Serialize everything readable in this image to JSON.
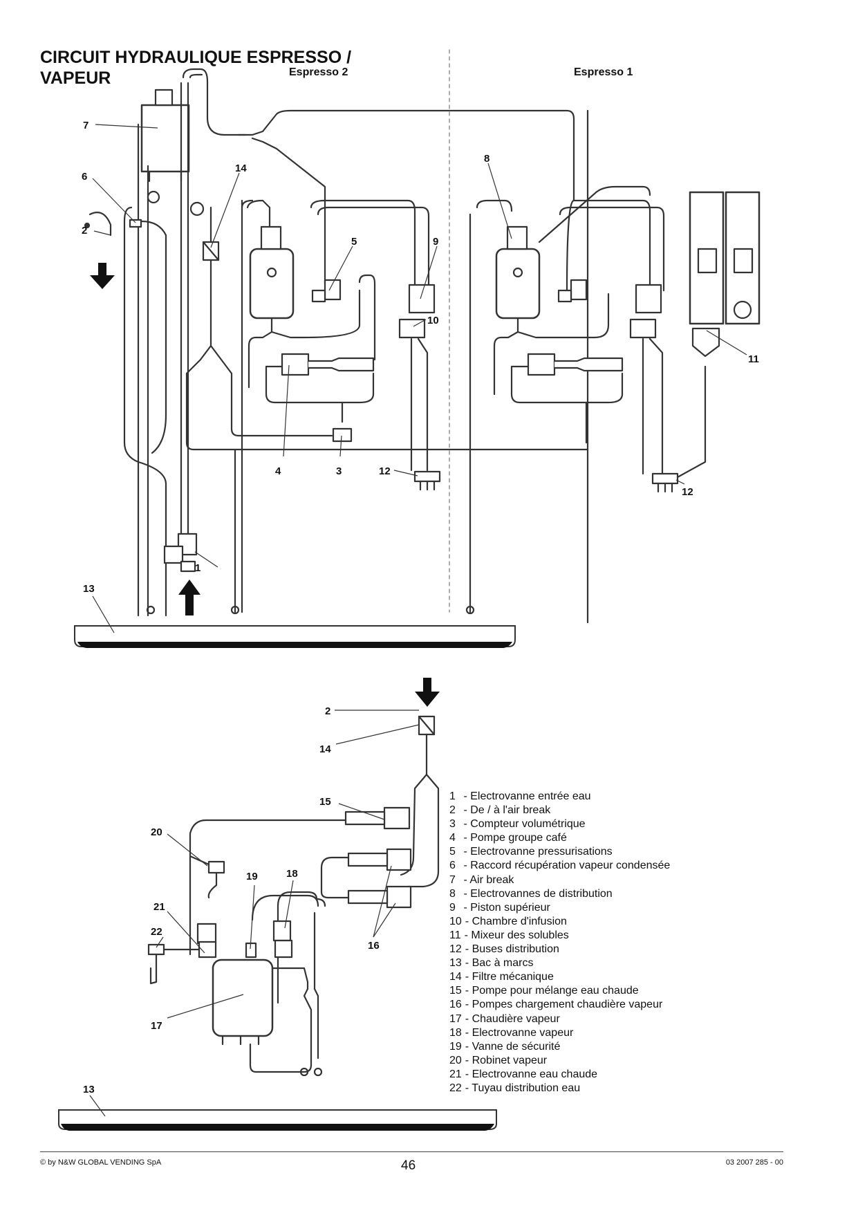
{
  "page": {
    "title_line1": "CIRCUIT HYDRAULIQUE ESPRESSO /",
    "title_line2": "VAPEUR",
    "label_espresso2": "Espresso 2",
    "label_espresso1": "Espresso 1"
  },
  "callouts": {
    "c1": "1",
    "c2": "2",
    "c3": "3",
    "c4": "4",
    "c5": "5",
    "c6": "6",
    "c7": "7",
    "c8": "8",
    "c9": "9",
    "c10": "10",
    "c11": "11",
    "c12a": "12",
    "c12b": "12",
    "c13a": "13",
    "c14a": "14",
    "c2b": "2",
    "c14b": "14",
    "c15": "15",
    "c16": "16",
    "c17": "17",
    "c18": "18",
    "c19": "19",
    "c20": "20",
    "c21": "21",
    "c22": "22",
    "c13b": "13"
  },
  "legend": [
    {
      "num": "1",
      "text": "- Electrovanne entrée eau"
    },
    {
      "num": "2",
      "text": "- De / à l'air break"
    },
    {
      "num": "3",
      "text": "- Compteur volumétrique"
    },
    {
      "num": "4",
      "text": "- Pompe groupe café"
    },
    {
      "num": "5",
      "text": "- Electrovanne pressurisations"
    },
    {
      "num": "6",
      "text": "- Raccord récupération vapeur condensée"
    },
    {
      "num": "7",
      "text": "- Air break"
    },
    {
      "num": "8",
      "text": "- Electrovannes de distribution"
    },
    {
      "num": "9",
      "text": "- Piston supérieur"
    },
    {
      "num": "10",
      "text": "- Chambre d'infusion"
    },
    {
      "num": "11",
      "text": "- Mixeur des solubles"
    },
    {
      "num": "12",
      "text": "- Buses distribution"
    },
    {
      "num": "13",
      "text": "- Bac à marcs"
    },
    {
      "num": "14",
      "text": "- Filtre mécanique"
    },
    {
      "num": "15",
      "text": "- Pompe pour mélange eau chaude"
    },
    {
      "num": "16",
      "text": "- Pompes chargement chaudière vapeur"
    },
    {
      "num": "17",
      "text": "- Chaudière vapeur"
    },
    {
      "num": "18",
      "text": "- Electrovanne vapeur"
    },
    {
      "num": "19",
      "text": "- Vanne de sécurité"
    },
    {
      "num": "20",
      "text": "- Robinet vapeur"
    },
    {
      "num": "21",
      "text": "- Electrovanne eau chaude"
    },
    {
      "num": "22",
      "text": "- Tuyau distribution eau"
    }
  ],
  "footer": {
    "copyright": "© by N&W GLOBAL VENDING SpA",
    "page_number": "46",
    "doc_code": "03 2007 285 - 00"
  }
}
